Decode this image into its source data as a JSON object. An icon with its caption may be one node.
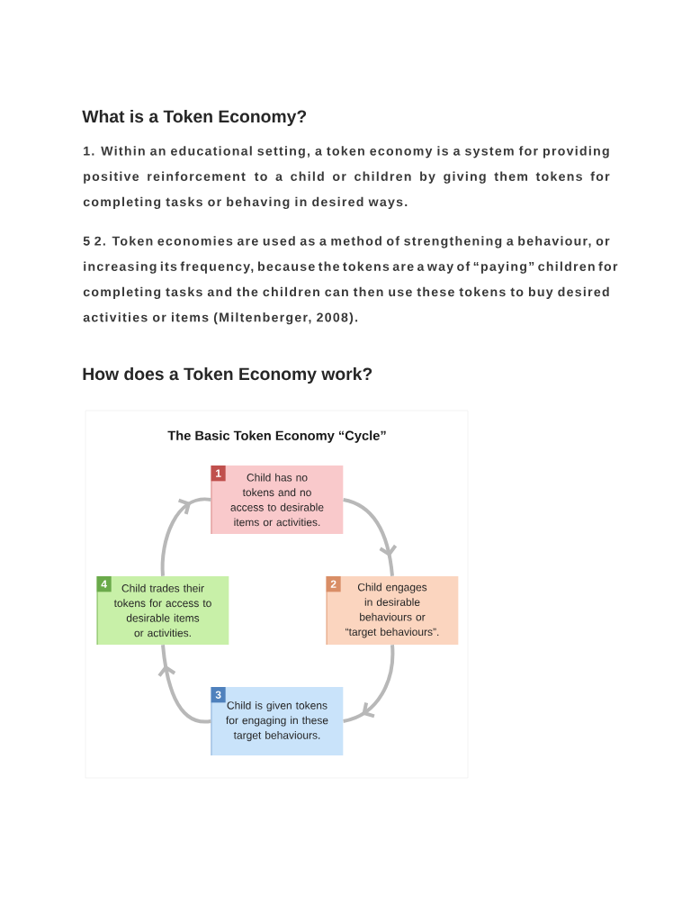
{
  "diagram": {
    "title": "What is a Token Economy?",
    "nodes": [
      {
        "text": [
          "1",
          "Child has no tokens and no access to desirable items or activities."
        ]
      },
      {
        "text": [
          "2",
          "Child engages in desirable behaviours or “target behaviours”."
        ]
      },
      {
        "text": [
          "3",
          "Child is given tokens for engaging in these target behaviours."
        ]
      },
      {
        "text": [
          "4",
          "Child trades their tokens for access to desirable items or activities."
        ]
      }
    ],
    "edges": [
      {
        "from": 0,
        "to": 1,
        "arrow": "to"
      },
      {
        "from": 1,
        "to": 2,
        "arrow": "to"
      },
      {
        "from": 2,
        "to": 3,
        "arrow": "to"
      },
      {
        "from": 3,
        "to": 0,
        "arrow": "to"
      }
    ],
    "labels": [
      "1. Within an educational setting, a token economy is a system for providing **positive reinforcement** to a child or children by giving them tokens for completing tasks or behaving in desired ways.",
      "5 2. Token economies are used as a method of strengthening a behaviour, or increasing its frequency, because the tokens are a way of “paying” children for completing tasks and the children can then use these tokens to buy desired activities or items (Miltenberger, 2008).",
      "How does a Token Economy work?",
      "The Basic Token Economy “Cycle”"
    ]
  }
}
